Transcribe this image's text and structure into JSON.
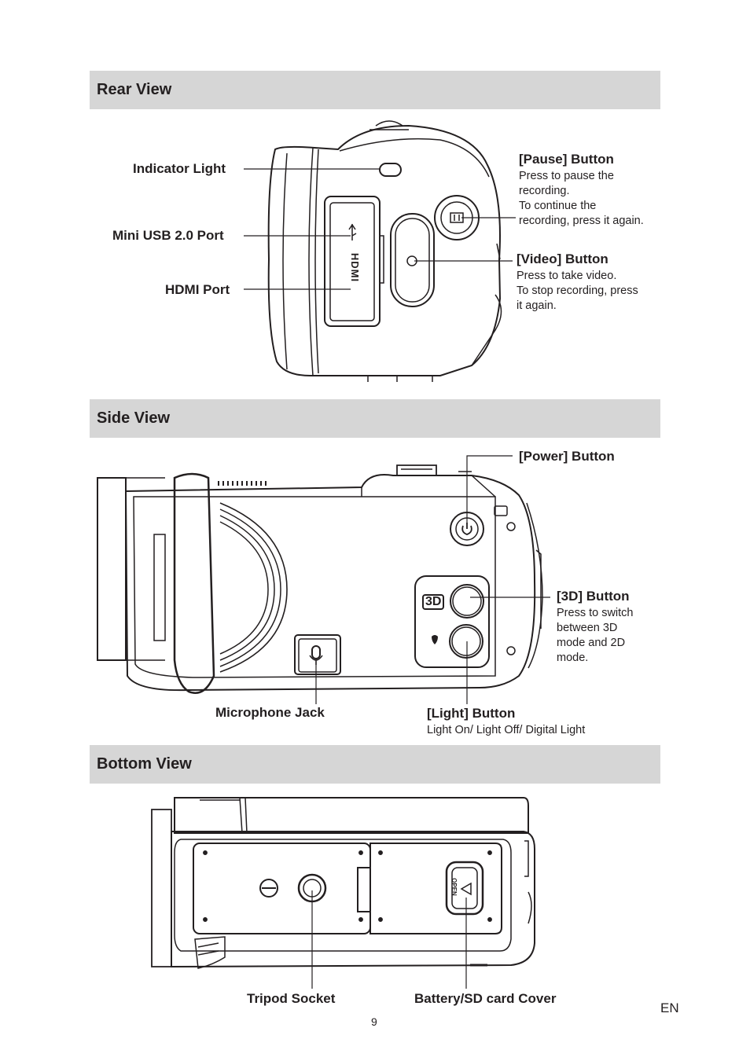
{
  "sections": {
    "rear": {
      "title": "Rear View"
    },
    "side": {
      "title": "Side View"
    },
    "bottom": {
      "title": "Bottom View"
    }
  },
  "rear_labels": {
    "indicator_light": "Indicator Light",
    "mini_usb": "Mini USB 2.0 Port",
    "hdmi": "HDMI Port",
    "pause_button": {
      "title": "[Pause] Button",
      "desc": [
        "Press to pause the",
        "recording.",
        "To continue the",
        "recording, press it again."
      ]
    },
    "video_button": {
      "title": "[Video] Button",
      "desc": [
        "Press to take video.",
        "To stop recording, press",
        "it again."
      ]
    }
  },
  "side_labels": {
    "power_button": "[Power] Button",
    "three_d_button": {
      "title": "[3D] Button",
      "desc": [
        "Press to switch",
        "between 3D",
        "mode and 2D",
        "mode."
      ]
    },
    "microphone_jack": "Microphone Jack",
    "light_button": {
      "title": "[Light] Button",
      "desc": "Light On/ Light Off/ Digital Light"
    }
  },
  "bottom_labels": {
    "tripod_socket": "Tripod Socket",
    "battery_cover": "Battery/SD card Cover"
  },
  "device_markings": {
    "hdmi_text": "HDMI",
    "three_d_text": "3D",
    "open_text": "OPEN"
  },
  "footer": {
    "page_number": "9",
    "language": "EN"
  }
}
